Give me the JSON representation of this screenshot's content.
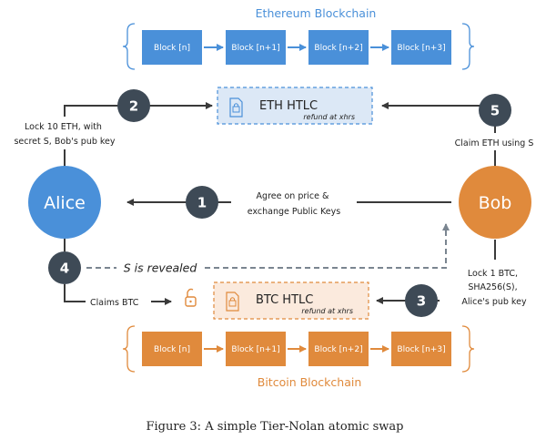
{
  "colors": {
    "eth_blue": "#4a90d9",
    "btc_orange": "#e08a3c",
    "step_dark": "#3e4a56",
    "eth_htlc_fill": "#dce8f6",
    "btc_htlc_fill": "#fbeadd",
    "arrow": "#3a3a3a",
    "dashed": "#7a8590"
  },
  "ethereum": {
    "title": "Ethereum Blockchain",
    "blocks": [
      "Block [n]",
      "Block [n+1]",
      "Block [n+2]",
      "Block [n+3]"
    ]
  },
  "bitcoin": {
    "title": "Bitcoin Blockchain",
    "blocks": [
      "Block [n]",
      "Block [n+1]",
      "Block [n+2]",
      "Block [n+3]"
    ]
  },
  "parties": {
    "alice": "Alice",
    "bob": "Bob"
  },
  "steps": {
    "s1": {
      "num": "1",
      "lines": [
        "Agree on price &",
        "exchange Public Keys"
      ]
    },
    "s2": {
      "num": "2",
      "lines": [
        "Lock 10 ETH,  with",
        "secret S, Bob's pub key"
      ]
    },
    "s3": {
      "num": "3",
      "lines": [
        "Lock 1 BTC,",
        "SHA256(S),",
        "Alice's pub key"
      ]
    },
    "s4": {
      "num": "4",
      "lines": [
        "Claims BTC"
      ]
    },
    "s5": {
      "num": "5",
      "lines": [
        "Claim ETH using S"
      ]
    }
  },
  "eth_htlc": {
    "title": "ETH HTLC",
    "sub": "refund at xhrs",
    "icon": "lock-icon"
  },
  "btc_htlc": {
    "title": "BTC HTLC",
    "sub": "refund at xhrs",
    "icon": "lock-icon"
  },
  "unlocked_icon": "unlocked-padlock-icon",
  "reveal_text": "S is revealed",
  "caption": "Figure 3: A simple Tier-Nolan atomic swap"
}
